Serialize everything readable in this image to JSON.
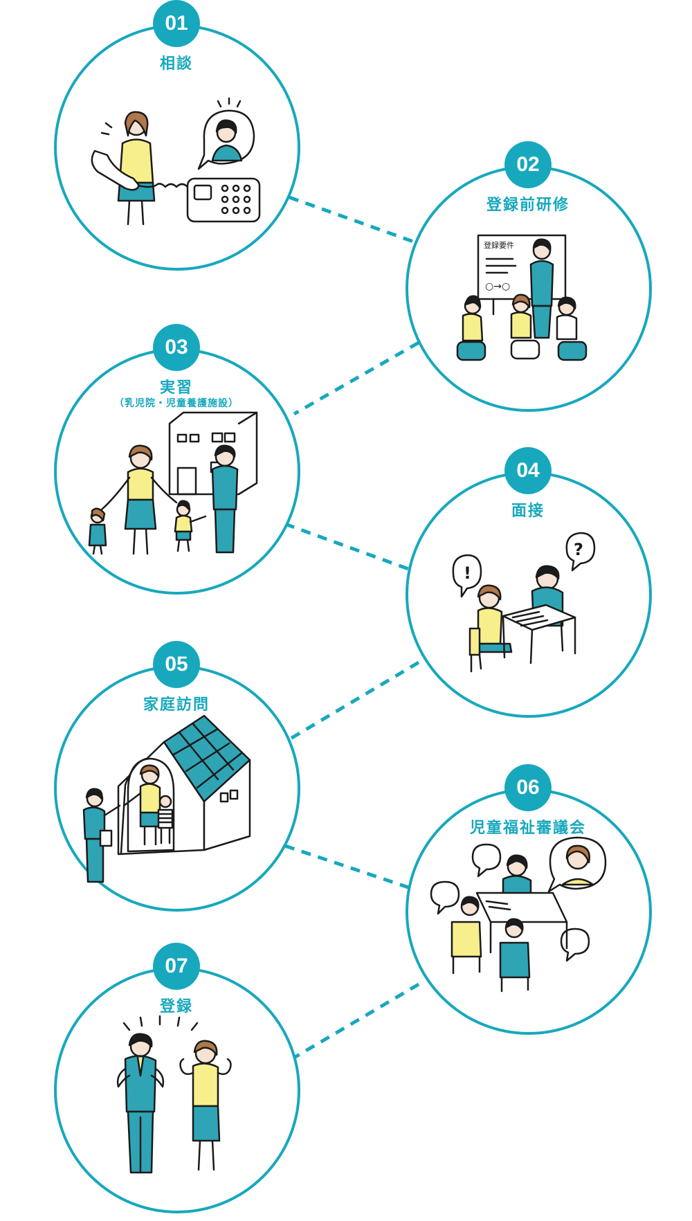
{
  "colors": {
    "accent": "#17a8bd",
    "teal": "#2fa4b4",
    "yellow": "#f7ef8c",
    "line": "#1a1a1a",
    "skin": "#f6e3d3",
    "hair": "#1c1c1c",
    "hair_brown": "#b0784a",
    "shirt": "#ffffff"
  },
  "steps": [
    {
      "number": "01",
      "title": "相談",
      "illustration": "phone-consultation-icon"
    },
    {
      "number": "02",
      "title": "登録前研修",
      "illustration": "training-session-icon"
    },
    {
      "number": "03",
      "title": "実習",
      "subtitle": "（乳児院・児童養護施設）",
      "illustration": "facility-practice-icon"
    },
    {
      "number": "04",
      "title": "面接",
      "illustration": "interview-icon"
    },
    {
      "number": "05",
      "title": "家庭訪問",
      "illustration": "home-visit-icon"
    },
    {
      "number": "06",
      "title": "児童福祉審議会",
      "illustration": "council-meeting-icon"
    },
    {
      "number": "07",
      "title": "登録",
      "illustration": "registration-celebration-icon"
    }
  ],
  "labels": {
    "whiteboard_title": "登録要件",
    "whiteboard_flow": "○→○",
    "exclamation": "!",
    "question": "?"
  }
}
